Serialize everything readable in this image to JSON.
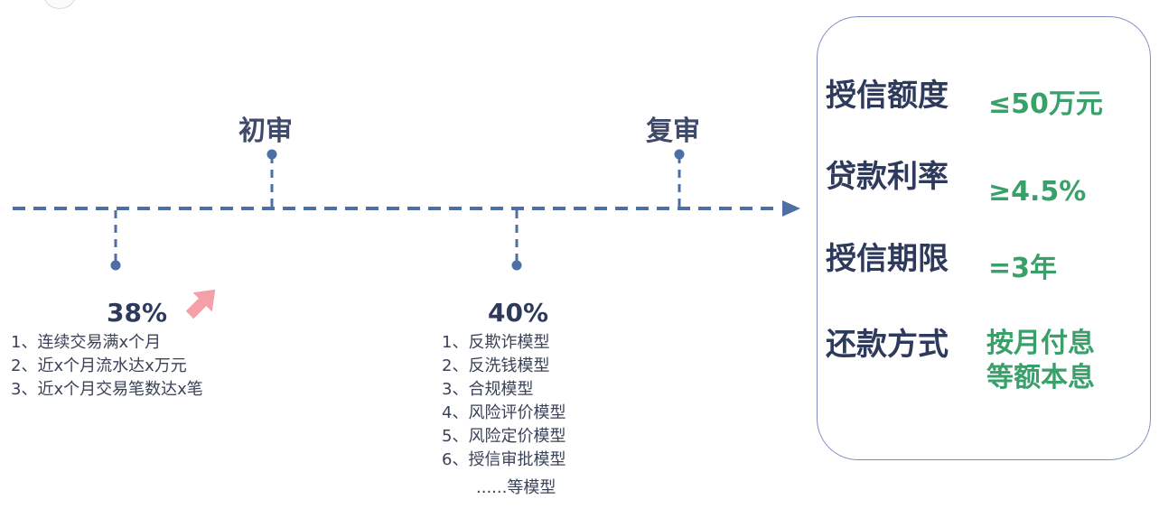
{
  "timeline": {
    "color": "#4e6fa6",
    "arrow_color": "#f4a0a8",
    "stages": [
      {
        "id": "initial-review",
        "title": "初审"
      },
      {
        "id": "final-review",
        "title": "复审"
      }
    ],
    "checkpoints": [
      {
        "id": "pass-rate-1",
        "percent": "38%",
        "items": [
          "1、连续交易满x个月",
          "2、近x个月流水达x万元",
          "3、近x个月交易笔数达x笔"
        ]
      },
      {
        "id": "pass-rate-2",
        "percent": "40%",
        "items": [
          "1、反欺诈模型",
          "2、反洗钱模型",
          "3、合规模型",
          "4、风险评价模型",
          "5、风险定价模型",
          "6、授信审批模型"
        ],
        "tail": "......等模型"
      }
    ]
  },
  "terms_card": {
    "border_color": "#7d8fc0",
    "label_color": "#2e3a5c",
    "value_color": "#3aa06a",
    "rows": [
      {
        "label": "授信额度",
        "value": [
          "≤50万元"
        ]
      },
      {
        "label": "贷款利率",
        "value": [
          "≥4.5%"
        ]
      },
      {
        "label": "授信期限",
        "value": [
          "=3年"
        ]
      },
      {
        "label": "还款方式",
        "value": [
          "按月付息",
          "等额本息"
        ]
      }
    ]
  }
}
